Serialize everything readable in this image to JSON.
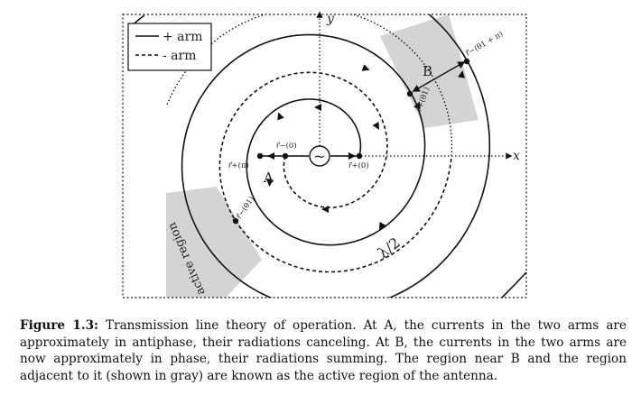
{
  "legend": {
    "plus_arm": "+ arm",
    "minus_arm": "- arm"
  },
  "axes": {
    "x": "x",
    "y": "y"
  },
  "points": {
    "A": "A",
    "B": "B",
    "r_plus_0": "r⃗+(0)",
    "r_minus_0": "r⃗−(0)",
    "r_plus_pi": "r⃗+(π)",
    "r_plus_theta1": "r⃗+(θ1)",
    "r_minus_theta1_pi": "r⃗−(θ1 + π)",
    "r_minus_theta1": "r⃗−(θ1)"
  },
  "labels": {
    "half_wavelength": "λ/2",
    "active_region": "active region",
    "source": "~"
  },
  "caption": {
    "figure_label": "Figure 1.3:",
    "text": "Transmission line theory of operation. At A, the currents in the two arms are approximately in antiphase, their radiations canceling. At B, the currents in the two arms are now approximately in phase, their radiations summing. The region near B and the region adjacent to it (shown in gray) are known as the active region of the antenna."
  },
  "colors": {
    "active_region_fill": "#d4d4d4",
    "line": "#111111"
  }
}
